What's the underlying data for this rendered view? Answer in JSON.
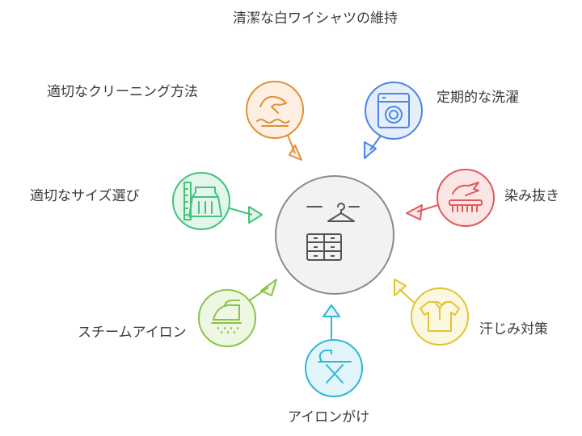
{
  "title": "清潔な白ワイシャツの維持",
  "center": {
    "name": "wardrobe-hanger"
  },
  "nodes": [
    {
      "id": "proper-cleaning",
      "label": "適切なクリーニング方法",
      "icon": "hand-water-icon",
      "color": "#e0903a",
      "fill": "#fdf0e2"
    },
    {
      "id": "regular-washing",
      "label": "定期的な洗濯",
      "icon": "washing-machine-icon",
      "color": "#4a86e0",
      "fill": "#e6eefb"
    },
    {
      "id": "stain-removal",
      "label": "染み抜き",
      "icon": "brush-hand-icon",
      "color": "#e05a5a",
      "fill": "#fbe6e6"
    },
    {
      "id": "sweat-stain",
      "label": "汗じみ対策",
      "icon": "shirt-icon",
      "color": "#e0c632",
      "fill": "#fcf8e0"
    },
    {
      "id": "ironing",
      "label": "アイロンがけ",
      "icon": "ironing-board-icon",
      "color": "#2fb6d8",
      "fill": "#e2f5fb"
    },
    {
      "id": "steam-iron",
      "label": "スチームアイロン",
      "icon": "steam-iron-icon",
      "color": "#8bc34a",
      "fill": "#eef7e2"
    },
    {
      "id": "proper-size",
      "label": "適切なサイズ選び",
      "icon": "measuring-clothes-icon",
      "color": "#43c27a",
      "fill": "#e4f6ec"
    }
  ]
}
